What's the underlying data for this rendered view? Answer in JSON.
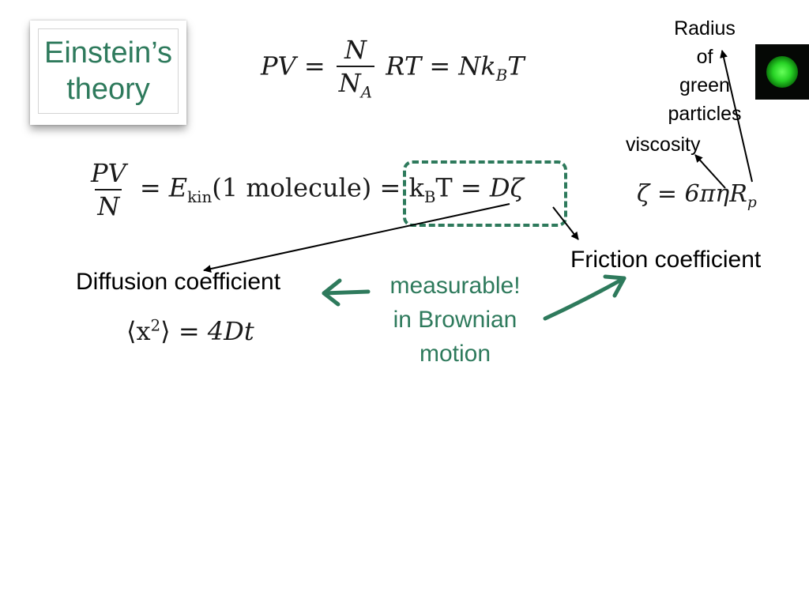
{
  "title": {
    "line1": "Einstein’s",
    "line2": "theory"
  },
  "equations": {
    "ideal_gas": {
      "lhs": "PV",
      "eq": "=",
      "frac_num": "N",
      "frac_den": "N",
      "frac_den_sub": "A",
      "mid": "RT",
      "eq2": "=",
      "rhs": "Nk",
      "rhs_sub": "B",
      "rhs_end": "T"
    },
    "energy": {
      "frac_num": "PV",
      "frac_den": "N",
      "eq": "=",
      "ekin": "E",
      "ekin_sub": "kin",
      "molecule": "(1 molecule)",
      "eq2": "=",
      "kbt": "k",
      "kbt_sub": "B",
      "kbt_end": "T",
      "eq3": "=",
      "dz": "Dζ"
    },
    "stokes": {
      "zeta": "ζ",
      "eq": "=",
      "rhs": "6πηR",
      "rhs_sub": "p"
    },
    "msd": {
      "lhs_open": "⟨x",
      "lhs_sup": "2",
      "lhs_close": "⟩",
      "eq": "=",
      "rhs": "4Dt"
    }
  },
  "labels": {
    "diffusion": "Diffusion coefficient",
    "friction": "Friction coefficient",
    "measurable": [
      "measurable!",
      "in Brownian",
      "motion"
    ],
    "viscosity": "viscosity",
    "radius": [
      "Radius",
      "of",
      "green",
      "particles"
    ]
  },
  "colors": {
    "accent": "#2e7a5c",
    "arrow": "#000000",
    "particle": "#28d426"
  }
}
